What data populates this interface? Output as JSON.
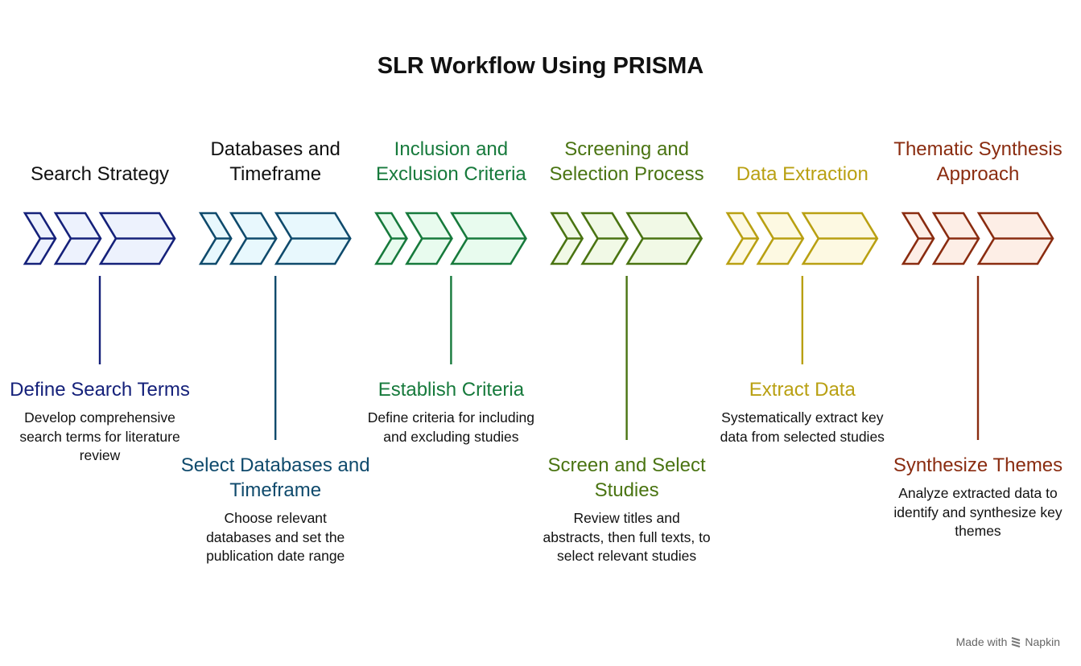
{
  "title": "SLR Workflow Using PRISMA",
  "steps": [
    {
      "heading": "Search Strategy",
      "subtitle": "Define Search Terms",
      "description": "Develop comprehensive search terms for literature review",
      "color": "#15217a",
      "fill": "#edf2fd",
      "head_color": "#111111"
    },
    {
      "heading": "Databases and Timeframe",
      "subtitle": "Select Databases and Timeframe",
      "description": "Choose relevant databases and set the publication date range",
      "color": "#0f4a6c",
      "fill": "#e8f8fd",
      "head_color": "#111111"
    },
    {
      "heading": "Inclusion and Exclusion Criteria",
      "subtitle": "Establish Criteria",
      "description": "Define criteria for including and excluding studies",
      "color": "#177a3c",
      "fill": "#e8fbee",
      "head_color": "#177a3c"
    },
    {
      "heading": "Screening and Selection Process",
      "subtitle": "Screen and Select Studies",
      "description": "Review titles and abstracts, then full texts, to select relevant studies",
      "color": "#4a7412",
      "fill": "#f1f9e6",
      "head_color": "#4a7412"
    },
    {
      "heading": "Data Extraction",
      "subtitle": "Extract Data",
      "description": "Systematically extract key data from selected studies",
      "color": "#b9a012",
      "fill": "#fdf9e2",
      "head_color": "#b9a012"
    },
    {
      "heading": "Thematic Synthesis Approach",
      "subtitle": "Synthesize Themes",
      "description": "Analyze extracted data to identify and synthesize key themes",
      "color": "#8a2c10",
      "fill": "#fdeee6",
      "head_color": "#8a2c10"
    }
  ],
  "footer": {
    "made_with": "Made with",
    "brand": "Napkin"
  }
}
